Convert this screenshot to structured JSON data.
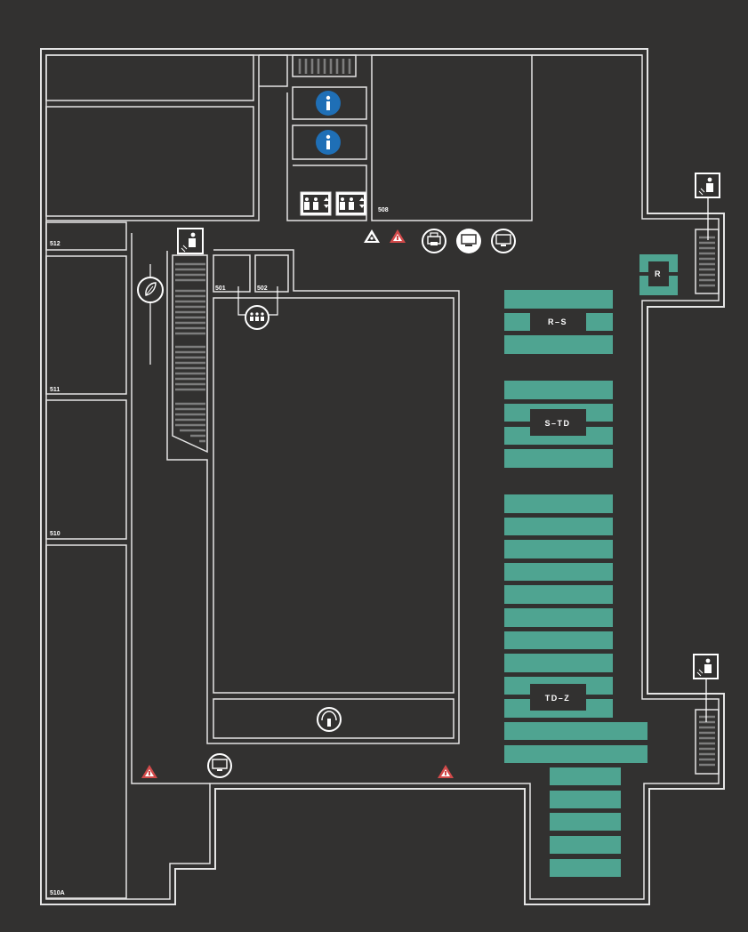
{
  "floor_map": {
    "rooms": [
      {
        "id": "512",
        "label": "512"
      },
      {
        "id": "511",
        "label": "511"
      },
      {
        "id": "510",
        "label": "510"
      },
      {
        "id": "510A",
        "label": "510A"
      },
      {
        "id": "501",
        "label": "501"
      },
      {
        "id": "502",
        "label": "502"
      },
      {
        "id": "508",
        "label": "508"
      }
    ],
    "shelf_ranges": [
      {
        "id": "r",
        "label": "R"
      },
      {
        "id": "r-s",
        "label": "R–S"
      },
      {
        "id": "s-td",
        "label": "S–TD"
      },
      {
        "id": "td-z",
        "label": "TD–Z"
      }
    ],
    "icons": [
      "information-desk-icon",
      "elevator-icon",
      "emergency-exit-stairs-icon",
      "fire-extinguisher-icon",
      "first-aid-warning-icon",
      "printer-icon",
      "scanner-computer-icon",
      "public-computer-icon",
      "group-study-room-icon",
      "quiet-zone-leaf-icon",
      "water-fountain-icon"
    ],
    "colors": {
      "background": "#323130",
      "walls": "#e4e4e4",
      "shelves": "#4fa491",
      "information": "#1f6fb6",
      "warning": "#d24a4a"
    }
  }
}
